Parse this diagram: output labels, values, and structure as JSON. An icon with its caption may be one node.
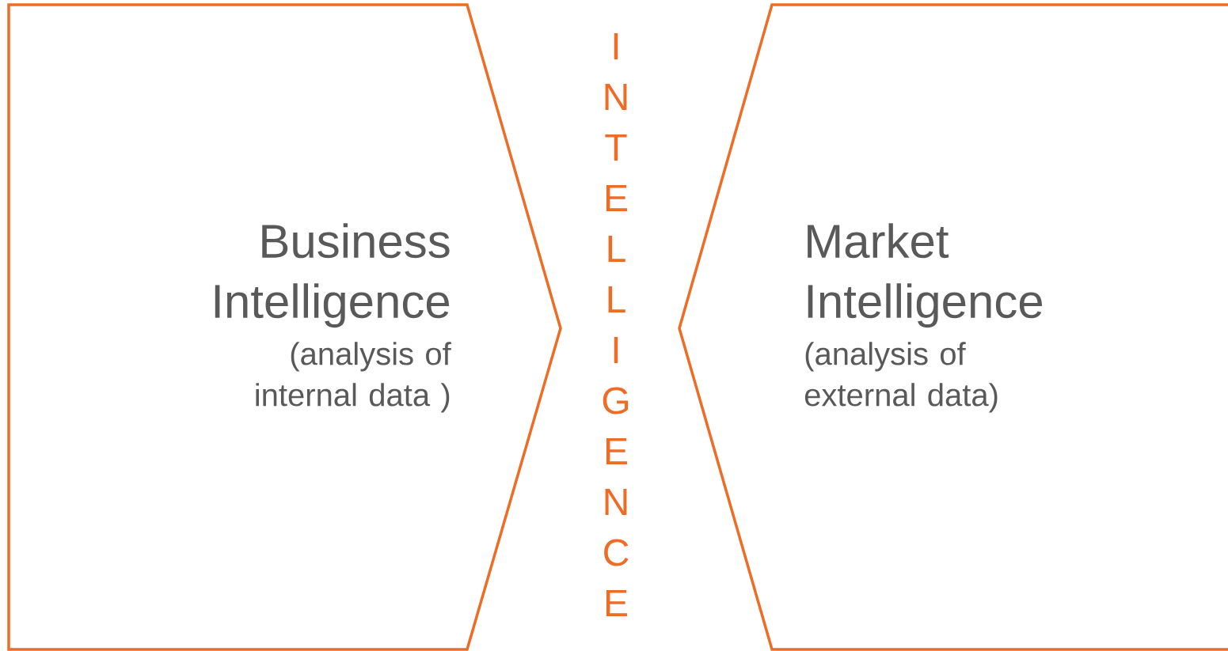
{
  "diagram": {
    "nodes": [
      {
        "text": [
          "Business Intelligence",
          "(analysis of internal data )"
        ]
      },
      {
        "text": [
          "Market Intelligence",
          "(analysis of external data)"
        ]
      }
    ],
    "labels": [
      "INTELLIGENCE"
    ]
  }
}
